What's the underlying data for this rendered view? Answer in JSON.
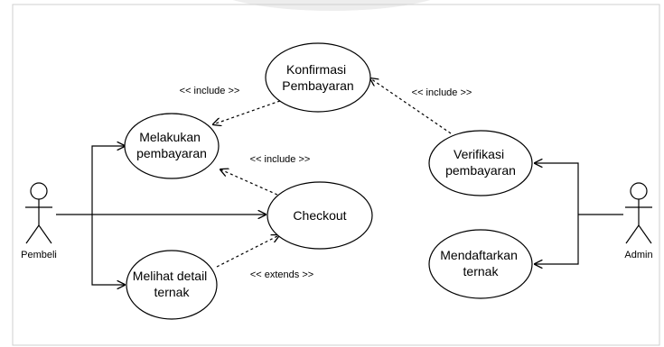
{
  "actors": {
    "pembeli": "Pembeli",
    "admin": "Admin"
  },
  "use_cases": {
    "konfirmasi": [
      "Konfirmasi",
      "Pembayaran"
    ],
    "melakukan": [
      "Melakukan",
      "pembayaran"
    ],
    "checkout": [
      "Checkout"
    ],
    "melihat": [
      "Melihat detail",
      "ternak"
    ],
    "verifikasi": [
      "Verifikasi",
      "pembayaran"
    ],
    "mendaftarkan": [
      "Mendaftarkan",
      "ternak"
    ]
  },
  "relations": {
    "include_1": "<< include >>",
    "include_2": "<< include >>",
    "include_3": "<< include >>",
    "extends": "<< extends >>"
  }
}
